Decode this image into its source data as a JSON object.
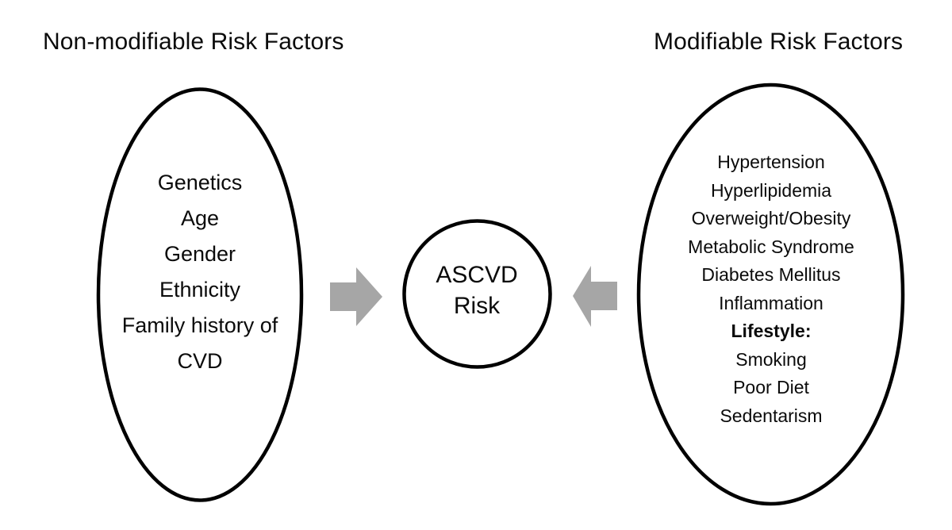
{
  "diagram": {
    "title_left": "Non-modifiable Risk Factors",
    "title_right": "Modifiable Risk Factors",
    "center": {
      "line1": "ASCVD",
      "line2": "Risk"
    },
    "non_modifiable": [
      "Genetics",
      "Age",
      "Gender",
      "Ethnicity",
      "Family history of CVD"
    ],
    "modifiable": [
      "Hypertension",
      "Hyperlipidemia",
      "Overweight/Obesity",
      "Metabolic Syndrome",
      "Diabetes Mellitus",
      "Inflammation",
      "Lifestyle:",
      "Smoking",
      "Poor Diet",
      "Sedentarism"
    ],
    "arrows": [
      {
        "name": "arrow-left-to-center",
        "direction": "right"
      },
      {
        "name": "arrow-right-to-center",
        "direction": "left"
      }
    ],
    "colors": {
      "background": "#ffffff",
      "stroke": "#000000",
      "text": "#0b0b0b",
      "arrow_fill": "#a6a6a6"
    }
  }
}
